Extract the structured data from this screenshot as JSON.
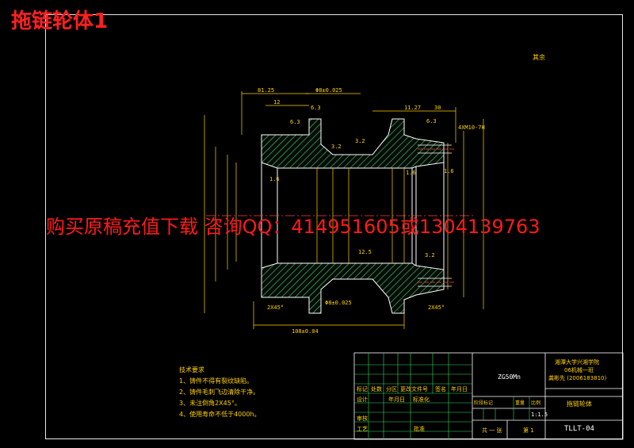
{
  "drawing_title": "拖链轮体1",
  "watermark_text": "购买原稿充值下载 咨询QQ：414951605或1304139763",
  "roughness_note": "其余",
  "dimensions": {
    "d_81_25": "81.25",
    "d_12": "12",
    "d_phi": "Φ8±0.025",
    "d_11_27": "11.27",
    "d_30": "30",
    "d_6_3a": "6.3",
    "d_6_3b": "6.3",
    "d_6_3c": "6.3",
    "d_4m10": "4XM10-7H",
    "d_3_2a": "3.2",
    "d_3_2b": "3.2",
    "d_3_2c": "3.2",
    "d_1_6a": "1.6",
    "d_1_6b": "1.6",
    "d_1_6c": "1.6",
    "d_12_5": "12.5",
    "d_108": "108±0.04",
    "d_2x45a": "2X45°",
    "d_2x45b": "2X45°",
    "d_bottom_phi": "Φ8±0.025"
  },
  "tech_notes": {
    "title": "技术要求",
    "items": [
      "1、铸件不得有裂纹缺陷。",
      "2、铸件毛刺飞边清除干净。",
      "3、未注倒角2X45°。",
      "4、使用寿命不低于4000h。"
    ]
  },
  "title_block": {
    "material": "ZG50Mn",
    "school": "湘潭大学兴湘学院",
    "class": "06机械一班",
    "student": "龚彬先 (2006183810)",
    "part_name": "拖链轮体",
    "scale": "1:1.5",
    "sheets": "共 一 张",
    "sheet_no": "第 1",
    "drawing_no": "TLLT-04",
    "labels": {
      "mark": "标记",
      "count": "处数",
      "zone": "分区",
      "change_doc": "更改文件号",
      "sign": "签名",
      "date": "年月日",
      "design": "设计",
      "standard": "标准化",
      "review": "审核",
      "process": "工艺",
      "approve": "批准",
      "stage_mark": "阶段标记",
      "weight": "重量",
      "ratio": "比例"
    }
  }
}
